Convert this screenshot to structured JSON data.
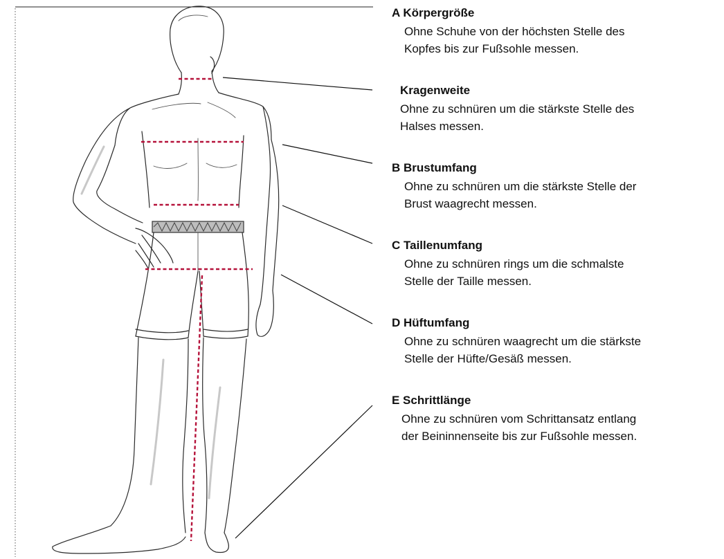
{
  "colors": {
    "measure_line": "#b5123a",
    "text": "#111111",
    "sketch": "#2a2a2a"
  },
  "measurements": [
    {
      "title": "A Körpergröße",
      "lines": [
        "Ohne Schuhe von der höchsten Stelle des",
        "Kopfes bis zur Fußsohle messen."
      ]
    },
    {
      "title": "Kragenweite",
      "lines": [
        "Ohne zu schnüren um die stärkste Stelle des",
        "Halses messen."
      ]
    },
    {
      "title": "B Brustumfang",
      "lines": [
        "Ohne zu schnüren um die stärkste Stelle der",
        "Brust waagrecht messen."
      ]
    },
    {
      "title": "C Taillenumfang",
      "lines": [
        "Ohne zu schnüren rings um die schmalste",
        "Stelle der Taille messen."
      ]
    },
    {
      "title": "D Hüftumfang",
      "lines": [
        "Ohne zu schnüren waagrecht um die stärkste",
        "Stelle der Hüfte/Gesäß messen."
      ]
    },
    {
      "title": "E Schrittlänge",
      "lines": [
        "Ohne zu schnüren vom Schrittansatz entlang",
        "der Beininnenseite bis zur Fußsohle messen."
      ]
    }
  ]
}
